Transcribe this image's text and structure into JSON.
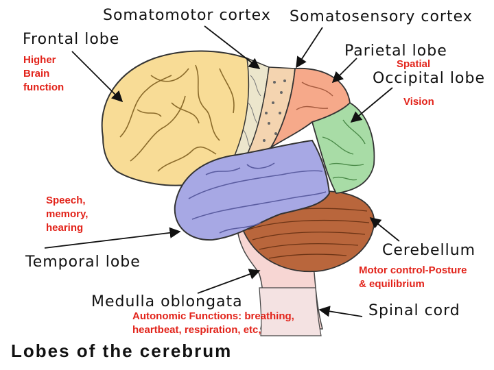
{
  "labels": {
    "somatomotor": "Somatomotor cortex",
    "somatosensory": "Somatosensory cortex",
    "frontal": "Frontal lobe",
    "parietal": "Parietal lobe",
    "occipital": "Occipital lobe",
    "temporal": "Temporal lobe",
    "cerebellum": "Cerebellum",
    "medulla": "Medulla oblongata",
    "spinal": "Spinal cord"
  },
  "notes": {
    "higher_1": "Higher",
    "higher_2": "Brain",
    "higher_3": "function",
    "spatial": "Spatial",
    "vision": "Vision",
    "speech_1": "Speech,",
    "speech_2": "memory,",
    "speech_3": "hearing",
    "motor_1": "Motor control-Posture",
    "motor_2": "& equilibrium",
    "auto_1": "Autonomic Functions: breathing,",
    "auto_2": "heartbeat, respiration, etc,"
  },
  "title": "Lobes of the cerebrum",
  "colors": {
    "frontal": "#f8dc96",
    "motor_strip": "#ece6cc",
    "sensory_strip": "#f4d4b0",
    "parietal": "#f6a98a",
    "occipital": "#a8dca6",
    "temporal": "#a7a8e4",
    "cerebellum": "#b9663c",
    "brainstem": "#f7d6d3",
    "annotation": "#e2231a"
  }
}
